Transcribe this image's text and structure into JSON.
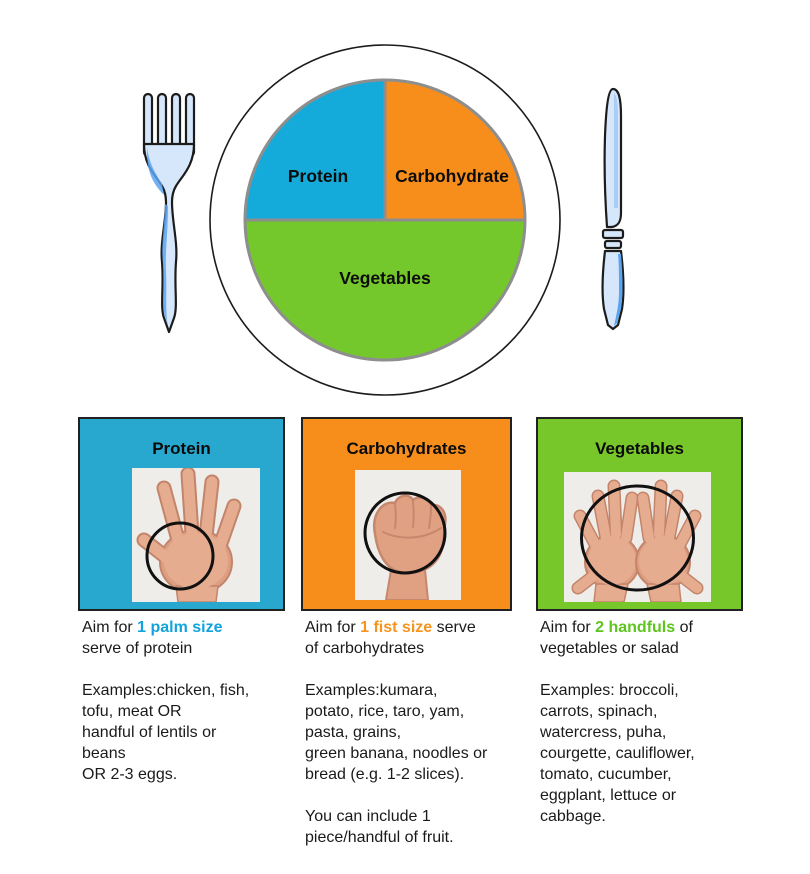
{
  "plate": {
    "description": "healthy eating plate divided into three portions",
    "rim_color": "#ffffff",
    "divider_color": "#8E8E8E",
    "sections": [
      {
        "label": "Protein",
        "color": "#14ABDA",
        "portion": "quarter"
      },
      {
        "label": "Carbohydrate",
        "color": "#F78E1C",
        "portion": "quarter"
      },
      {
        "label": "Vegetables",
        "color": "#74C82B",
        "portion": "half"
      }
    ]
  },
  "cutlery": {
    "fork_icon": "fork",
    "knife_icon": "knife",
    "fill_color": "#D6E7FB",
    "shade_color": "#5AA4F0"
  },
  "portions": [
    {
      "title": "Protein",
      "box_color": "#29A8CF",
      "accent_color": "#12A3DC",
      "hand_image": "open-palm-with-circle",
      "aim": {
        "prefix": "Aim for ",
        "accent": "1 palm size",
        "suffix": "",
        "line2": "serve of protein"
      },
      "examples": [
        "Examples:chicken, fish,",
        "tofu, meat OR",
        "handful of lentils or",
        "beans",
        "OR 2-3 eggs."
      ],
      "note": []
    },
    {
      "title": "Carbohydrates",
      "box_color": "#F78E1C",
      "accent_color": "#F7941E",
      "hand_image": "fist-with-circle",
      "aim": {
        "prefix": "Aim for ",
        "accent": "1 fist size",
        "suffix": " serve",
        "line2": "of carbohydrates"
      },
      "examples": [
        "Examples:kumara,",
        "potato, rice, taro, yam,",
        "pasta, grains,",
        "green banana, noodles or",
        "bread (e.g. 1-2 slices)."
      ],
      "note": [
        "You can include 1",
        "piece/handful of fruit."
      ]
    },
    {
      "title": "Vegetables",
      "box_color": "#77C72B",
      "accent_color": "#5DC420",
      "hand_image": "two-open-hands-with-ellipse",
      "aim": {
        "prefix": "Aim for ",
        "accent": "2 handfuls",
        "suffix": " of",
        "line2": "vegetables or salad"
      },
      "examples": [
        "Examples: broccoli,",
        "carrots, spinach,",
        "watercress, puha,",
        "courgette, cauliflower,",
        "tomato, cucumber,",
        "eggplant, lettuce or",
        "cabbage."
      ],
      "note": []
    }
  ]
}
